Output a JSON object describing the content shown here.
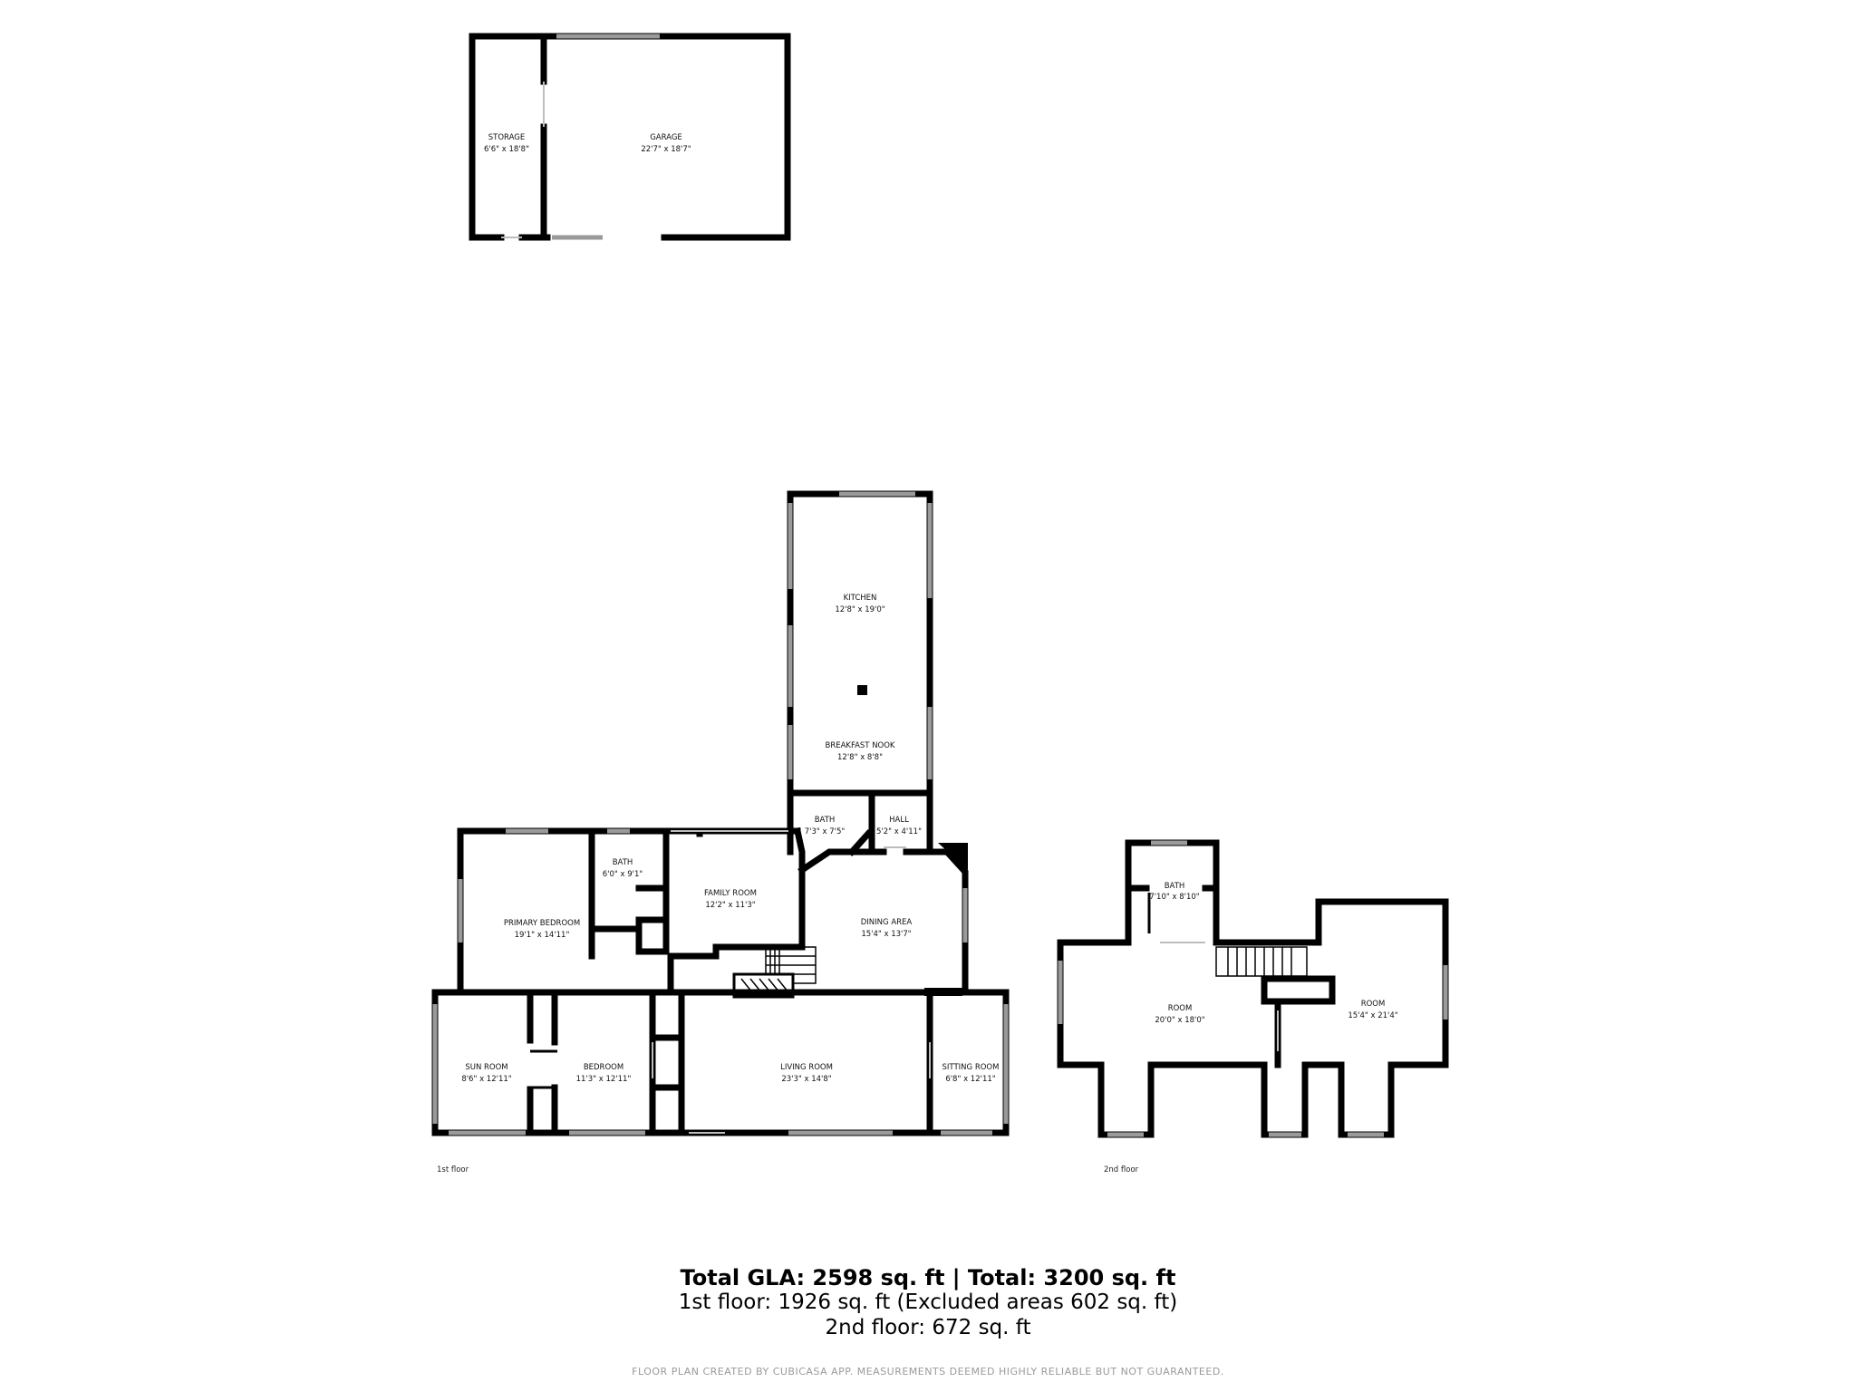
{
  "rooms": {
    "storage": {
      "name": "STORAGE",
      "dims": "6'6\" x 18'8\""
    },
    "garage": {
      "name": "GARAGE",
      "dims": "22'7\" x 18'7\""
    },
    "kitchen": {
      "name": "KITCHEN",
      "dims": "12'8\" x 19'0\""
    },
    "breakfast_nook": {
      "name": "BREAKFAST NOOK",
      "dims": "12'8\" x 8'8\""
    },
    "bath_kitchen": {
      "name": "BATH",
      "dims": "7'3\" x 7'5\""
    },
    "hall": {
      "name": "HALL",
      "dims": "5'2\" x 4'11\""
    },
    "bath_primary": {
      "name": "BATH",
      "dims": "6'0\" x 9'1\""
    },
    "family_room": {
      "name": "FAMILY ROOM",
      "dims": "12'2\" x 11'3\""
    },
    "primary_bedroom": {
      "name": "PRIMARY BEDROOM",
      "dims": "19'1\" x 14'11\""
    },
    "dining_area": {
      "name": "DINING AREA",
      "dims": "15'4\" x 13'7\""
    },
    "sun_room": {
      "name": "SUN ROOM",
      "dims": "8'6\" x 12'11\""
    },
    "bedroom": {
      "name": "BEDROOM",
      "dims": "11'3\" x 12'11\""
    },
    "living_room": {
      "name": "LIVING ROOM",
      "dims": "23'3\" x 14'8\""
    },
    "sitting_room": {
      "name": "SITTING ROOM",
      "dims": "6'8\" x 12'11\""
    },
    "bath_upper": {
      "name": "BATH",
      "dims": "7'10\" x 8'10\""
    },
    "room_a": {
      "name": "ROOM",
      "dims": "20'0\" x 18'0\""
    },
    "room_b": {
      "name": "ROOM",
      "dims": "15'4\" x 21'4\""
    }
  },
  "floor_labels": {
    "first": "1st floor",
    "second": "2nd floor"
  },
  "summary": {
    "total": "Total GLA: 2598 sq. ft | Total: 3200 sq. ft",
    "floor1": "1st floor: 1926 sq. ft (Excluded areas 602 sq. ft)",
    "floor2": "2nd floor: 672 sq. ft"
  },
  "disclaimer": "FLOOR PLAN CREATED BY CUBICASA APP. MEASUREMENTS DEEMED HIGHLY RELIABLE BUT NOT GUARANTEED."
}
